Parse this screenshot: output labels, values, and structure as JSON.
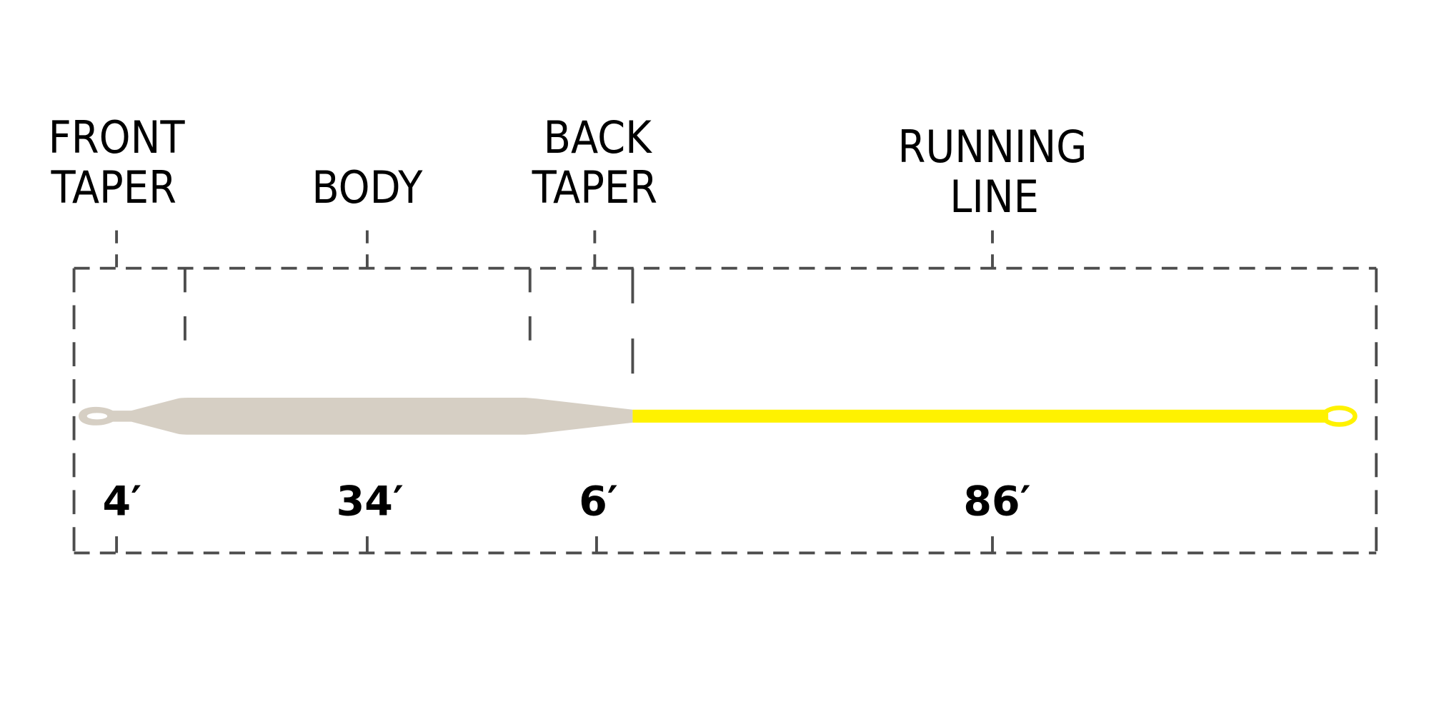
{
  "sections": [
    {
      "label_line1": "FRONT",
      "label_line2": "TAPER",
      "length": "4′"
    },
    {
      "label_line1": "BODY",
      "label_line2": "",
      "length": "34′"
    },
    {
      "label_line1": "BACK",
      "label_line2": "TAPER",
      "length": "6′"
    },
    {
      "label_line1": "RUNNING",
      "label_line2": "LINE",
      "length": "86′"
    }
  ],
  "colors": {
    "head": "#d6cfc4",
    "running_line": "#fff200",
    "bracket": "#4d4d4d"
  }
}
